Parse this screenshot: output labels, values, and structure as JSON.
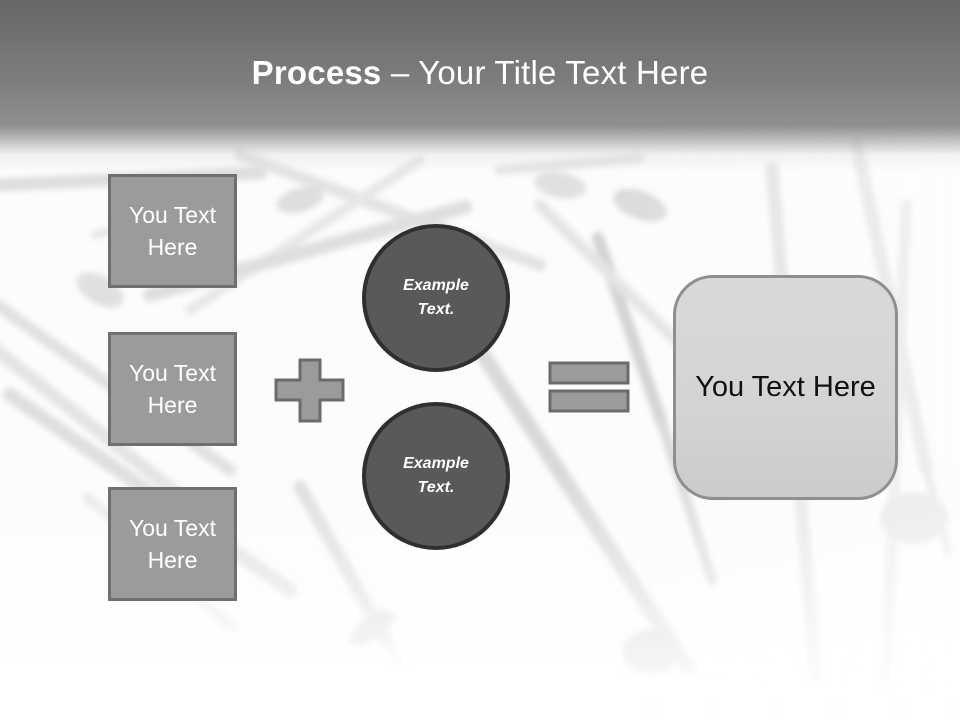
{
  "slide": {
    "title": {
      "keyword": "Process",
      "rest": "– Your Title Text Here"
    },
    "input_boxes": [
      {
        "label": "You Text Here"
      },
      {
        "label": "You Text Here"
      },
      {
        "label": "You Text Here"
      }
    ],
    "example_circles": [
      {
        "label": "Example Text."
      },
      {
        "label": "Example Text."
      }
    ],
    "icons": {
      "plus": "plus-icon",
      "equals": "equals-icon"
    },
    "result_box": {
      "label": "You Text Here"
    },
    "background": {
      "description": "grayscale photo of scattered steel nails, washed out to white toward bottom"
    },
    "colors": {
      "header_top": "#676767",
      "header_bottom": "#909090",
      "title_color": "#ffffff",
      "box_fill": "#9b9b9b",
      "box_border": "#6f6f6f",
      "box_text": "#ffffff",
      "circle_fill": "#595959",
      "circle_border": "#2f2f2f",
      "circle_text": "#ffffff",
      "operator_fill": "#9b9b9b",
      "operator_border": "#6b6b6b",
      "result_fill": "#d4d4d4",
      "result_border": "#8f8f8f",
      "result_text": "#111111"
    }
  }
}
